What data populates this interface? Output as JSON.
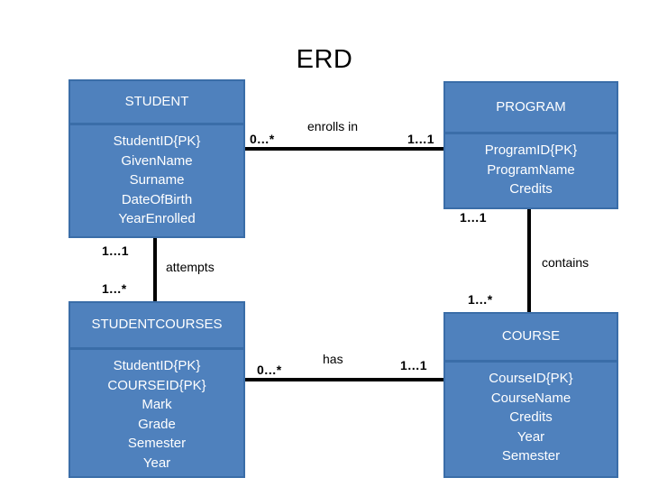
{
  "diagram": {
    "title": "ERD",
    "entities": [
      {
        "id": "student",
        "name": "STUDENT",
        "attributes": [
          "StudentID{PK}",
          "GivenName",
          "Surname",
          "DateOfBirth",
          "YearEnrolled"
        ]
      },
      {
        "id": "program",
        "name": "PROGRAM",
        "attributes": [
          "ProgramID{PK}",
          "ProgramName",
          "Credits"
        ]
      },
      {
        "id": "studentcourses",
        "name": "STUDENTCOURSES",
        "attributes": [
          "StudentID{PK}",
          "COURSEID{PK}",
          "Mark",
          "Grade",
          "Semester",
          "Year"
        ]
      },
      {
        "id": "course",
        "name": "COURSE",
        "attributes": [
          "CourseID{PK}",
          "CourseName",
          "Credits",
          "Year",
          "Semester"
        ]
      }
    ],
    "relationships": [
      {
        "id": "enrolls-in",
        "label": "enrolls in",
        "from": "student",
        "to": "program",
        "from_cardinality": "0…*",
        "to_cardinality": "1…1"
      },
      {
        "id": "attempts",
        "label": "attempts",
        "from": "student",
        "to": "studentcourses",
        "from_cardinality": "1…1",
        "to_cardinality": "1…*"
      },
      {
        "id": "contains",
        "label": "contains",
        "from": "program",
        "to": "course",
        "from_cardinality": "1…1",
        "to_cardinality": "1…*"
      },
      {
        "id": "has",
        "label": "has",
        "from": "studentcourses",
        "to": "course",
        "from_cardinality": "0…*",
        "to_cardinality": "1…1"
      }
    ],
    "colors": {
      "entity_fill": "#4F81BD",
      "entity_border": "#3A6DA8",
      "entity_text": "#FFFFFF",
      "connector": "#000000",
      "label_text": "#000000",
      "background": "#FFFFFF"
    }
  }
}
